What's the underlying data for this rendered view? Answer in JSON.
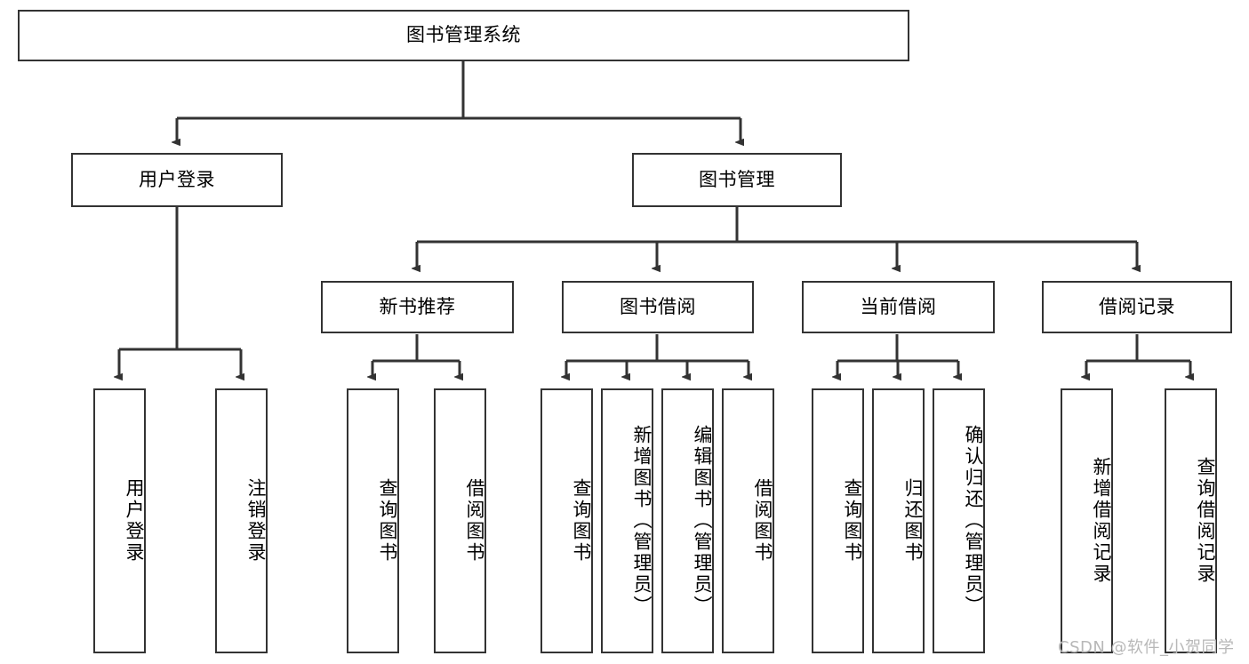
{
  "diagram": {
    "title": "图书管理系统",
    "type": "tree-hierarchy-chart",
    "colors": {
      "box_border": "#333333",
      "box_fill": "#ffffff",
      "edge": "#333333",
      "background": "#ffffff",
      "watermark": "#b8b8b8"
    },
    "watermark": "CSDN @软件_小贺同学",
    "nodes": {
      "root": {
        "label": "图书管理系统"
      },
      "level2": [
        {
          "id": "user-login",
          "label": "用户登录"
        },
        {
          "id": "book-manage",
          "label": "图书管理"
        }
      ],
      "level3": [
        {
          "id": "new-book-recommend",
          "label": "新书推荐"
        },
        {
          "id": "book-borrow",
          "label": "图书借阅"
        },
        {
          "id": "current-borrow",
          "label": "当前借阅"
        },
        {
          "id": "borrow-record",
          "label": "借阅记录"
        }
      ],
      "leaves": {
        "user-login": [
          {
            "id": "leaf-user-login",
            "label": "用户登录"
          },
          {
            "id": "leaf-logout",
            "label": "注销登录"
          }
        ],
        "new-book-recommend": [
          {
            "id": "leaf-query-book-1",
            "label": "查询图书"
          },
          {
            "id": "leaf-borrow-book-1",
            "label": "借阅图书"
          }
        ],
        "book-borrow": [
          {
            "id": "leaf-query-book-2",
            "label": "查询图书"
          },
          {
            "id": "leaf-add-book",
            "label": "新增图书（管理员）"
          },
          {
            "id": "leaf-edit-book",
            "label": "编辑图书（管理员）"
          },
          {
            "id": "leaf-borrow-book-2",
            "label": "借阅图书"
          }
        ],
        "current-borrow": [
          {
            "id": "leaf-query-book-3",
            "label": "查询图书"
          },
          {
            "id": "leaf-return-book",
            "label": "归还图书"
          },
          {
            "id": "leaf-confirm-return",
            "label": "确认归还（管理员）"
          }
        ],
        "borrow-record": [
          {
            "id": "leaf-add-record",
            "label": "新增借阅记录"
          },
          {
            "id": "leaf-query-record",
            "label": "查询借阅记录"
          }
        ]
      }
    }
  }
}
